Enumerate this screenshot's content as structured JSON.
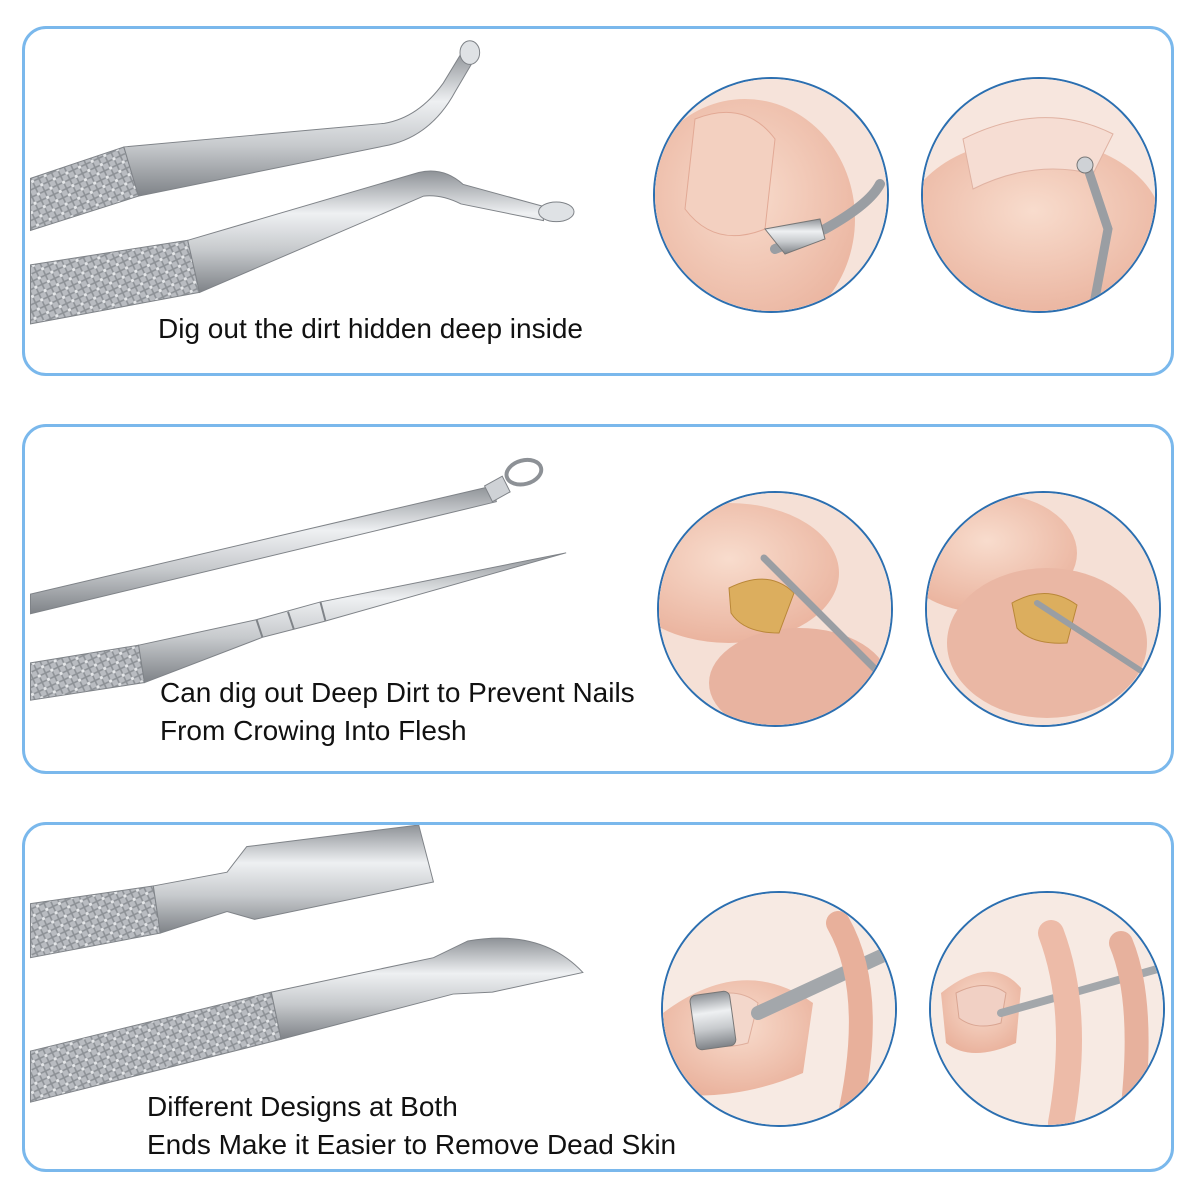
{
  "panels": [
    {
      "caption_lines": [
        "Dig out the dirt hidden deep inside"
      ],
      "tool_names": [
        "curved-scoop-tool",
        "curved-scoop-tool"
      ],
      "demo_images": [
        "nail-cleaning-demo",
        "nail-cleaning-demo"
      ]
    },
    {
      "caption_lines": [
        "Can dig out Deep Dirt to Prevent Nails",
        "From Crowing Into Flesh"
      ],
      "tool_names": [
        "loop-tool",
        "pointed-tool"
      ],
      "demo_images": [
        "toenail-cleaning-demo",
        "toenail-cleaning-demo"
      ]
    },
    {
      "caption_lines": [
        "Different Designs at Both",
        "Ends Make it Easier to Remove Dead Skin"
      ],
      "tool_names": [
        "cuticle-pusher-tool",
        "cuticle-spoon-tool"
      ],
      "demo_images": [
        "cuticle-pushing-demo",
        "cuticle-pushing-demo"
      ]
    }
  ],
  "colors": {
    "panel_border": "#7ab8ec",
    "circle_border": "#2c6fb0",
    "steel": "#c9ccd0",
    "skin": "#f2c9b8"
  }
}
